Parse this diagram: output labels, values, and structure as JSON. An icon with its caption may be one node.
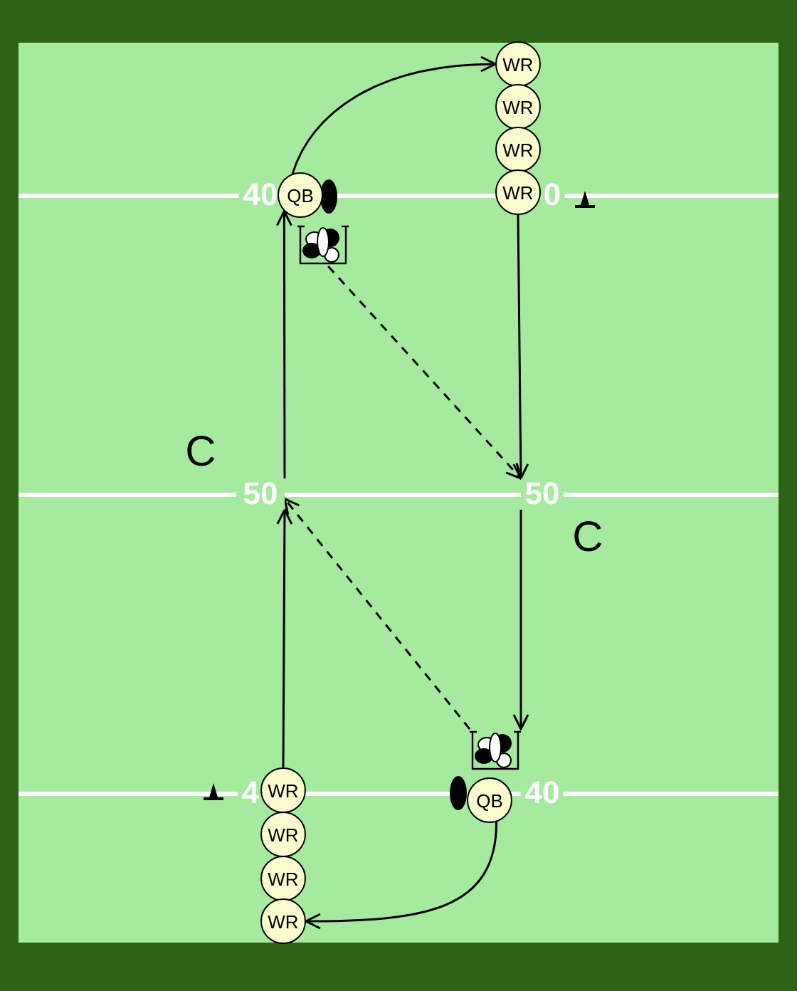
{
  "diagram": {
    "nodes": [
      {
        "text": [
          "WR"
        ]
      },
      {
        "text": [
          "WR"
        ]
      },
      {
        "text": [
          "WR"
        ]
      },
      {
        "text": [
          "WR"
        ]
      },
      {
        "text": [
          "QB"
        ]
      },
      {
        "text": [],
        "shape": "picture"
      },
      {
        "text": [
          "50"
        ]
      },
      {
        "text": [
          "50"
        ]
      },
      {
        "text": [],
        "shape": "picture"
      },
      {
        "text": [
          "QB"
        ]
      },
      {
        "text": [
          "WR"
        ]
      },
      {
        "text": [
          "WR"
        ]
      },
      {
        "text": [
          "WR"
        ]
      },
      {
        "text": [
          "WR"
        ]
      }
    ],
    "edges": [
      {
        "from": 4,
        "to": 0,
        "arrow": "to"
      },
      {
        "from": 3,
        "to": 7,
        "arrow": "to"
      },
      {
        "from": 6,
        "to": 4,
        "arrow": "to"
      },
      {
        "from": 5,
        "to": 7,
        "arrow": "to",
        "style": "dashed"
      },
      {
        "from": 10,
        "to": 6,
        "arrow": "to"
      },
      {
        "from": 7,
        "to": 8,
        "arrow": "to"
      },
      {
        "from": 8,
        "to": 6,
        "arrow": "to",
        "style": "dashed"
      },
      {
        "from": 9,
        "to": 13,
        "arrow": "to"
      }
    ],
    "labels": [
      "40",
      "0",
      "C",
      "C",
      "4",
      "40"
    ]
  }
}
